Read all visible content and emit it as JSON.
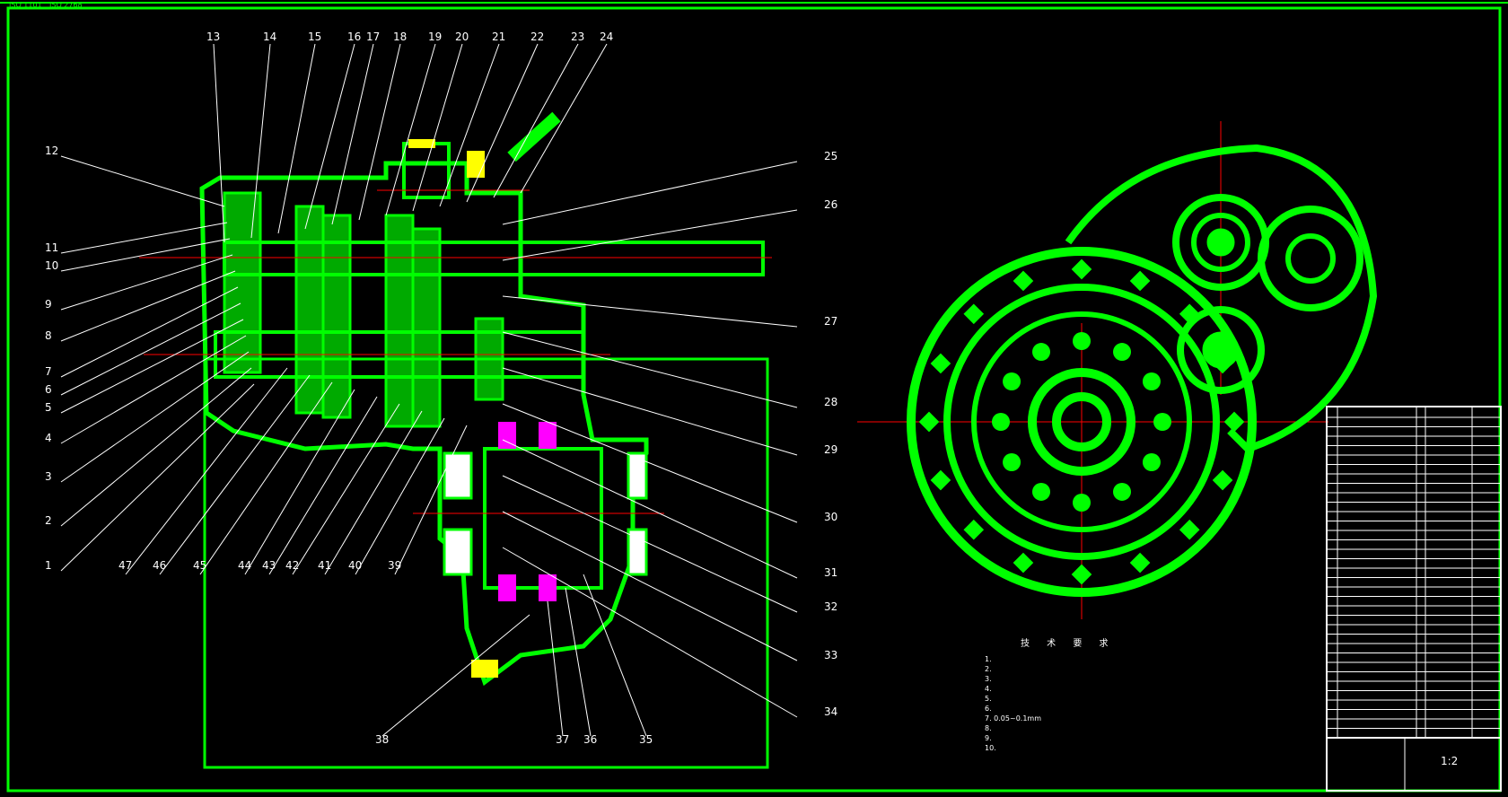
{
  "header": {
    "left_tag": "ISO 1101",
    "right_tag": "ISO 2768"
  },
  "callouts": {
    "top": [
      "13",
      "14",
      "15",
      "16",
      "17",
      "18",
      "19",
      "20",
      "21",
      "22",
      "23",
      "24"
    ],
    "right": [
      "25",
      "26",
      "27",
      "28",
      "29",
      "30",
      "31",
      "32",
      "33",
      "34"
    ],
    "bottom_right": [
      "35",
      "36",
      "37",
      "38"
    ],
    "left": [
      "12",
      "11",
      "10",
      "9",
      "8",
      "7",
      "6",
      "5",
      "4",
      "3",
      "2",
      "1"
    ],
    "bottom_left": [
      "47",
      "46",
      "45",
      "44",
      "43",
      "42",
      "41",
      "40",
      "39"
    ]
  },
  "tech_requirements": {
    "title": "技 术 要 求",
    "items": [
      "1.",
      "2.",
      "3.",
      "4.",
      "5.",
      "6.",
      "7. 0.05~0.1mm",
      "8.",
      "9.",
      "10."
    ]
  },
  "title_block": {
    "scale": "1:2"
  },
  "colors": {
    "line": "#00ff00",
    "center": "#ff0000",
    "hatch": "#336699",
    "text": "#ffffff",
    "magenta": "#ff00ff",
    "yellow": "#ffff00"
  }
}
